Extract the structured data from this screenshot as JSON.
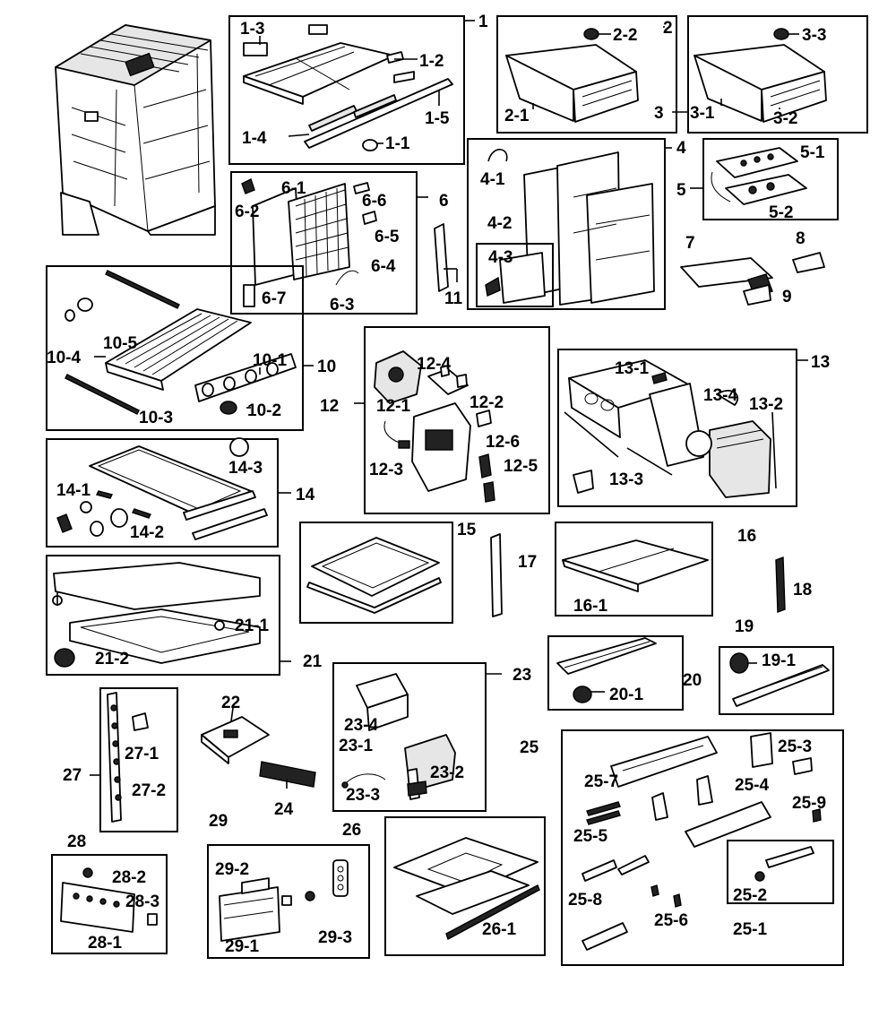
{
  "labels": {
    "c1": "1",
    "c1_1": "1-1",
    "c1_2": "1-2",
    "c1_3": "1-3",
    "c1_4": "1-4",
    "c1_5": "1-5",
    "c2": "2",
    "c2_1": "2-1",
    "c2_2": "2-2",
    "c3": "3",
    "c3_1": "3-1",
    "c3_2": "3-2",
    "c3_3": "3-3",
    "c4": "4",
    "c4_1": "4-1",
    "c4_2": "4-2",
    "c4_3": "4-3",
    "c5": "5",
    "c5_1": "5-1",
    "c5_2": "5-2",
    "c6": "6",
    "c6_1": "6-1",
    "c6_2": "6-2",
    "c6_3": "6-3",
    "c6_4": "6-4",
    "c6_5": "6-5",
    "c6_6": "6-6",
    "c6_7": "6-7",
    "c7": "7",
    "c8": "8",
    "c9": "9",
    "c10": "10",
    "c10_1": "10-1",
    "c10_2": "10-2",
    "c10_3": "10-3",
    "c10_4": "10-4",
    "c10_5": "10-5",
    "c11": "11",
    "c12": "12",
    "c12_1": "12-1",
    "c12_2": "12-2",
    "c12_3": "12-3",
    "c12_4": "12-4",
    "c12_5": "12-5",
    "c12_6": "12-6",
    "c13": "13",
    "c13_1": "13-1",
    "c13_2": "13-2",
    "c13_3": "13-3",
    "c13_4": "13-4",
    "c14": "14",
    "c14_1": "14-1",
    "c14_2": "14-2",
    "c14_3": "14-3",
    "c15": "15",
    "c16": "16",
    "c16_1": "16-1",
    "c17": "17",
    "c18": "18",
    "c19": "19",
    "c19_1": "19-1",
    "c20": "20",
    "c20_1": "20-1",
    "c21": "21",
    "c21_1": "21-1",
    "c21_2": "21-2",
    "c22": "22",
    "c23": "23",
    "c23_1": "23-1",
    "c23_2": "23-2",
    "c23_3": "23-3",
    "c23_4": "23-4",
    "c24": "24",
    "c25": "25",
    "c25_1": "25-1",
    "c25_2": "25-2",
    "c25_3": "25-3",
    "c25_4": "25-4",
    "c25_5": "25-5",
    "c25_6": "25-6",
    "c25_7": "25-7",
    "c25_8": "25-8",
    "c25_9": "25-9",
    "c26": "26",
    "c26_1": "26-1",
    "c27": "27",
    "c27_1": "27-1",
    "c27_2": "27-2",
    "c28": "28",
    "c28_1": "28-1",
    "c28_2": "28-2",
    "c28_3": "28-3",
    "c29": "29",
    "c29_1": "29-1",
    "c29_2": "29-2",
    "c29_3": "29-3"
  }
}
